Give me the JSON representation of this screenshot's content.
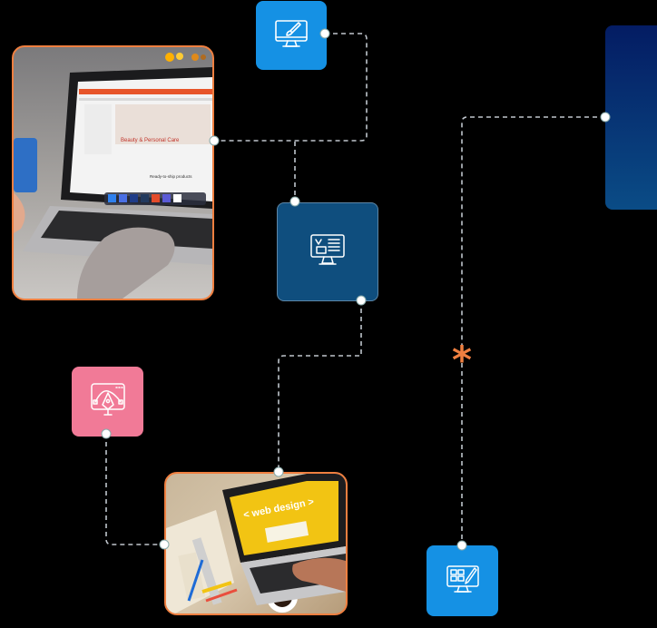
{
  "colors": {
    "background": "#000000",
    "connector": "#bfc5cc",
    "accent_orange": "#ef7f40",
    "tile_blue_bright": "#1591e4",
    "tile_blue_dark": "#0f4e7e",
    "tile_pink": "#f17a97",
    "panel_gradient_top": "#041c63",
    "panel_gradient_bottom": "#0a4c86"
  },
  "icons": {
    "design_tile": "monitor-brush-icon",
    "news_tile": "monitor-article-icon",
    "vector_tile": "vector-pen-icon",
    "layout_tile": "monitor-layout-edit-icon",
    "accent": "asterisk-icon"
  },
  "photo_laptop": {
    "screen_banner": "Beauty & Personal Care",
    "screen_section": "Ready-to-ship products"
  },
  "photo_webdesign": {
    "screen_heading": "< web design >"
  },
  "accent_symbol": "*"
}
